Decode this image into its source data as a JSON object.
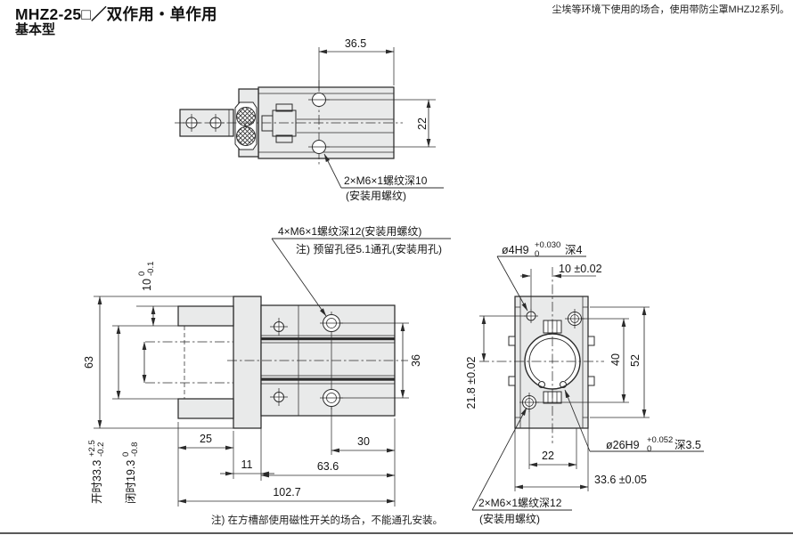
{
  "header": {
    "title": "MHZ2-25□／双作用・单作用",
    "subtitle": "基本型",
    "top_note": "尘埃等环境下使用的场合，使用带防尘罩MHZJ2系列。"
  },
  "footer": {
    "note": "注) 在方槽部使用磁性开关的场合，不能通孔安装。"
  },
  "top_view": {
    "dim_width": "36.5",
    "dim_hole_spacing": "22",
    "thread_label": "2×M6×1螺纹深10",
    "thread_label_sub": "(安装用螺纹)"
  },
  "front_view": {
    "mount_thread_label": "4×M6×1螺纹深12(安装用螺纹)",
    "mount_hole_note": "注) 预留孔径5.1通孔(安装用孔)",
    "dim_arm_thick": {
      "main": "10",
      "tol_up": "0",
      "tol_dn": "-0.1"
    },
    "dim_height": "63",
    "dim_open": {
      "main": "开时33.3",
      "tol_up": "+2.5",
      "tol_dn": "-0.2"
    },
    "dim_closed": {
      "main": "闭时19.3",
      "tol_up": "0",
      "tol_dn": "-0.8"
    },
    "dim_rail_holes": "36",
    "dim_attachment": "25",
    "dim_plate_thick": "11",
    "dim_hole_to_end": "30",
    "dim_body_length": "63.6",
    "dim_overall_length": "102.7"
  },
  "side_view": {
    "pin_hole": {
      "prefix": "ø4H9",
      "tol_up": "+0.030",
      "tol_dn": "0",
      "suffix": "深4"
    },
    "dim_pin_offset": "10 ±0.02",
    "dim_mount_holes_v": "40",
    "dim_outer_v": "52",
    "dim_center_offset": "21.8 ±0.02",
    "bore": {
      "prefix": "ø26H9",
      "tol_up": "+0.052",
      "tol_dn": "0",
      "suffix": "深3.5"
    },
    "dim_mount_holes_h": "22",
    "dim_body_width": "33.6 ±0.05",
    "mount_thread_label": "2×M6×1螺纹深12",
    "mount_thread_sub": "(安装用螺纹)"
  }
}
